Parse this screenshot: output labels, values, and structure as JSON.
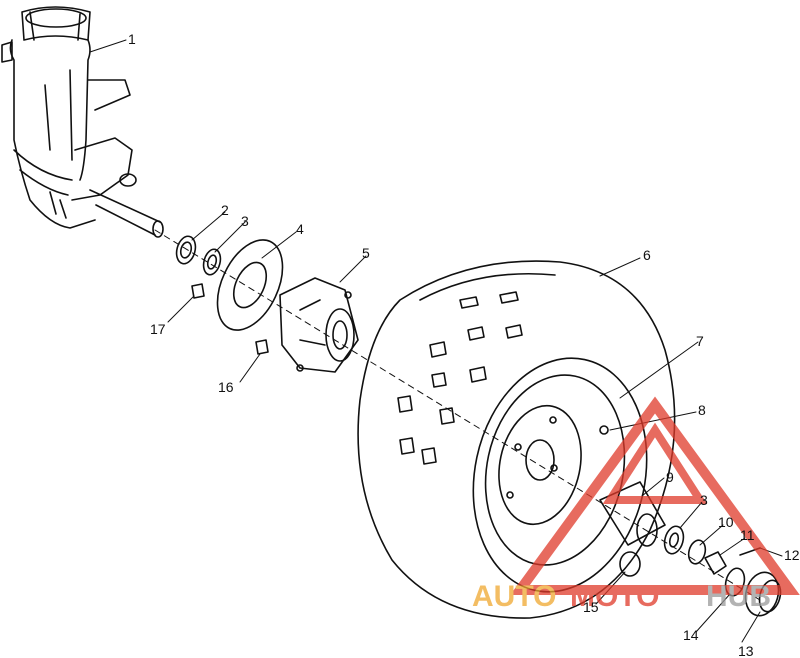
{
  "diagram": {
    "callouts": [
      {
        "id": "1",
        "label": "1"
      },
      {
        "id": "2",
        "label": "2"
      },
      {
        "id": "3a",
        "label": "3"
      },
      {
        "id": "4",
        "label": "4"
      },
      {
        "id": "5",
        "label": "5"
      },
      {
        "id": "6",
        "label": "6"
      },
      {
        "id": "7",
        "label": "7"
      },
      {
        "id": "8",
        "label": "8"
      },
      {
        "id": "9",
        "label": "9"
      },
      {
        "id": "3b",
        "label": "3"
      },
      {
        "id": "10",
        "label": "10"
      },
      {
        "id": "11",
        "label": "11"
      },
      {
        "id": "12",
        "label": "12"
      },
      {
        "id": "13",
        "label": "13"
      },
      {
        "id": "14",
        "label": "14"
      },
      {
        "id": "15",
        "label": "15"
      },
      {
        "id": "16",
        "label": "16"
      },
      {
        "id": "17",
        "label": "17"
      }
    ]
  },
  "watermark": {
    "text_orange": "AUTO",
    "text_red": "MOTO",
    "text_gray": "HUB",
    "colors": {
      "orange": "#f0a830",
      "red": "#e03a2a",
      "gray": "#9a9a9a"
    }
  }
}
